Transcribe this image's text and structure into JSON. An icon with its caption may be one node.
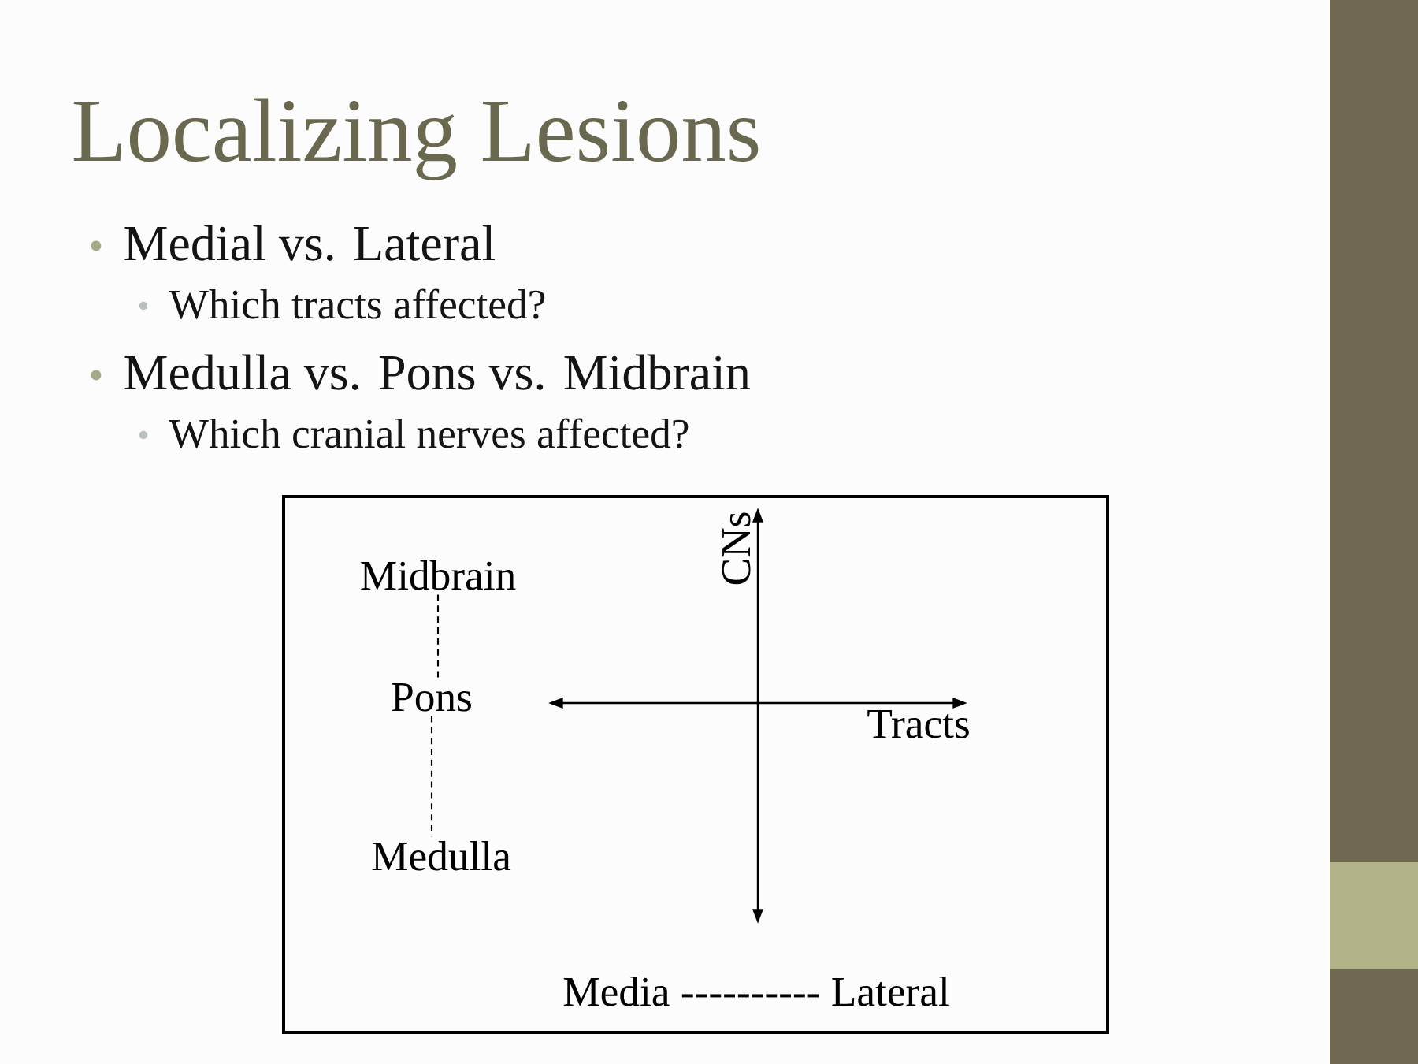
{
  "diagram": {
    "title": "Localizing Lesions",
    "nodes": [
      {
        "text": [
          "Midbrain"
        ]
      },
      {
        "text": [
          "Pons"
        ]
      },
      {
        "text": [
          "Medulla"
        ]
      }
    ],
    "edges": [
      {
        "from": 0,
        "to": 1,
        "arrow": "none",
        "style": "dashed"
      },
      {
        "from": 1,
        "to": 2,
        "arrow": "none",
        "style": "dashed"
      }
    ],
    "labels": [
      "Medial vs. Lateral",
      "Which tracts affected?",
      "Medulla vs. Pons vs. Midbrain",
      "Which cranial nerves affected?",
      "CNs",
      "Tracts",
      "Media ---------- Lateral"
    ]
  }
}
